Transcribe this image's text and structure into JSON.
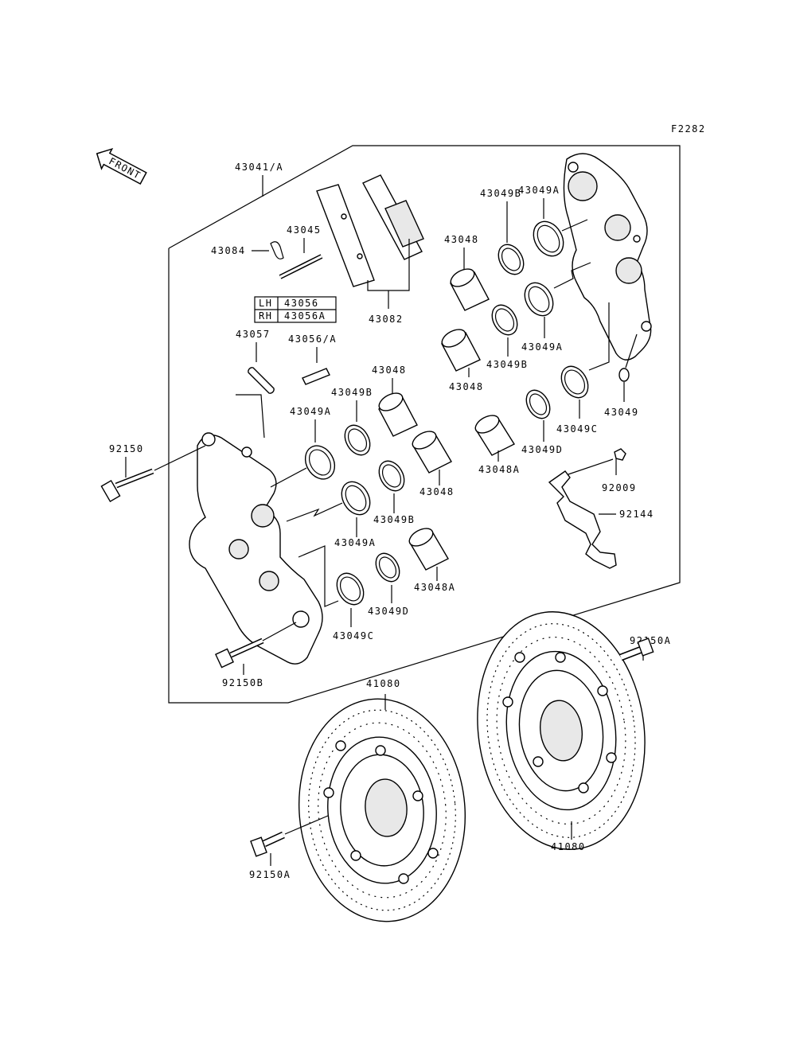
{
  "figure_code": "F2282",
  "front_label": "FRONT",
  "side_table": [
    {
      "side": "LH",
      "part": "43056"
    },
    {
      "side": "RH",
      "part": "43056A"
    }
  ],
  "labels": {
    "p43041A": "43041/A",
    "p43084": "43084",
    "p43045": "43045",
    "p43082": "43082",
    "p43057": "43057",
    "p43056A_slash": "43056/A",
    "p92150_left": "92150",
    "p43049A_a": "43049A",
    "p43049B_a": "43049B",
    "p43048_a": "43048",
    "p43048_b": "43048",
    "p43049A_b": "43049A",
    "p43049B_b": "43049B",
    "p43048A_a": "43048A",
    "p43049C_a": "43049C",
    "p43049D_a": "43049D",
    "p92150B": "92150B",
    "p43049A_c": "43049A",
    "p43049B_c": "43049B",
    "p43048_c": "43048",
    "p43049A_d": "43049A",
    "p43049B_d": "43049B",
    "p43048_d": "43048",
    "p43049C_b": "43049C",
    "p43049": "43049",
    "p43048A_b": "43048A",
    "p43049D_b": "43049D",
    "p92009": "92009",
    "p92144": "92144",
    "p92150A_top": "92150A",
    "p41080_left": "41080",
    "p41080_right": "41080",
    "p92150A_bottom": "92150A"
  }
}
